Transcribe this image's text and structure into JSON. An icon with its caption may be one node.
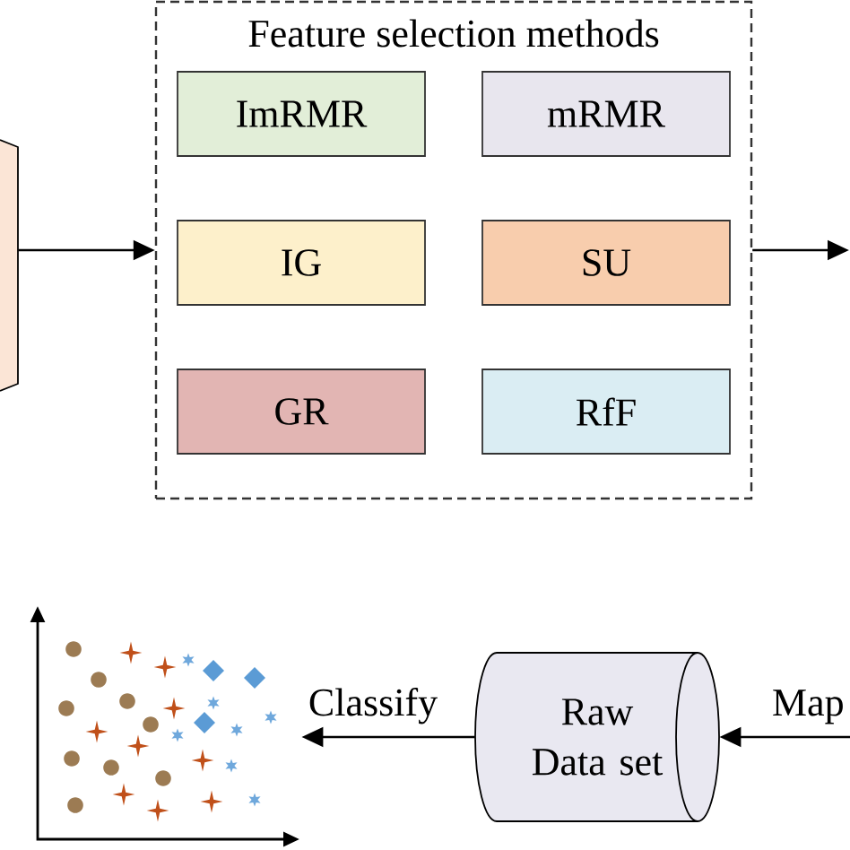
{
  "diagram": {
    "nodes": [
      {
        "text": [],
        "shape": "box"
      },
      {
        "text": [
          "Feature selection methods"
        ]
      },
      {
        "text": [
          "ImRMR"
        ],
        "in": 1
      },
      {
        "text": [
          "mRMR"
        ],
        "in": 1
      },
      {
        "text": [
          "IG"
        ],
        "in": 1
      },
      {
        "text": [
          "SU"
        ],
        "in": 1
      },
      {
        "text": [
          "GR"
        ],
        "in": 1
      },
      {
        "text": [
          "RfF"
        ],
        "in": 1
      },
      {
        "text": [],
        "shape": "picture"
      },
      {
        "text": [
          "Raw Data set"
        ]
      }
    ],
    "edges": [
      {
        "from": 0,
        "to": 1,
        "arrow": "to"
      },
      {
        "from": 1,
        "to": null,
        "arrow": "to"
      },
      {
        "from": null,
        "to": 9,
        "arrow": "to",
        "label": "Map"
      },
      {
        "from": 9,
        "to": 8,
        "arrow": "to",
        "label": "Classify"
      }
    ]
  }
}
